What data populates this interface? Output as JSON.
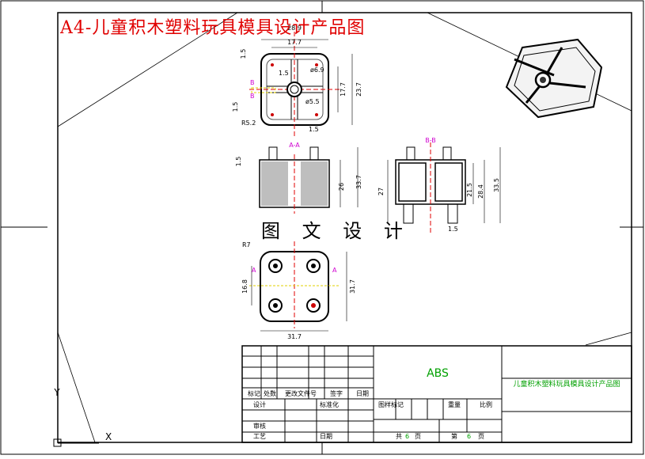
{
  "title": "A4-儿童积木塑料玩具模具设计产品图",
  "watermark": "图 文 设 计",
  "top_view": {
    "dims": [
      "17.7",
      "23.7",
      "17.7",
      "ø6.9",
      "ø5.5",
      "1.5",
      "1.5",
      "1.5",
      "1.5",
      "R5.2",
      "28.9"
    ],
    "section_marks": [
      "B",
      "B",
      "A-A"
    ]
  },
  "section_a": {
    "dims": [
      "1.5",
      "26",
      "33.7"
    ],
    "label": "A-A"
  },
  "section_b": {
    "dims": [
      "27",
      "21.5",
      "28.4",
      "33.5",
      "1.5"
    ],
    "label": "B-B"
  },
  "bottom_view": {
    "dims": [
      "R7",
      "16.8",
      "31.7",
      "31.7"
    ],
    "section_marks": [
      "A",
      "A"
    ]
  },
  "title_block": {
    "material": "ABS",
    "part_name": "儿童积木塑料玩具模具设计产品图",
    "row_labels": [
      "标记",
      "处数",
      "更改文件号",
      "签字",
      "日期"
    ],
    "design_label": "设计",
    "standard_label": "标准化",
    "review_label": "审核",
    "process_label": "工艺",
    "date_label": "日期",
    "stage_label": "图样标记",
    "weight_label": "重量",
    "scale_label": "比例",
    "sheets_label": "共",
    "sheet_label": "第",
    "sheets_value": "6",
    "sheet_value": "6",
    "page_unit": "页"
  },
  "axis": {
    "x": "X",
    "y": "Y"
  },
  "colors": {
    "accent_red": "#e00000",
    "accent_green": "#00a000",
    "magenta": "#d000d0",
    "yellow": "#e0d000"
  }
}
